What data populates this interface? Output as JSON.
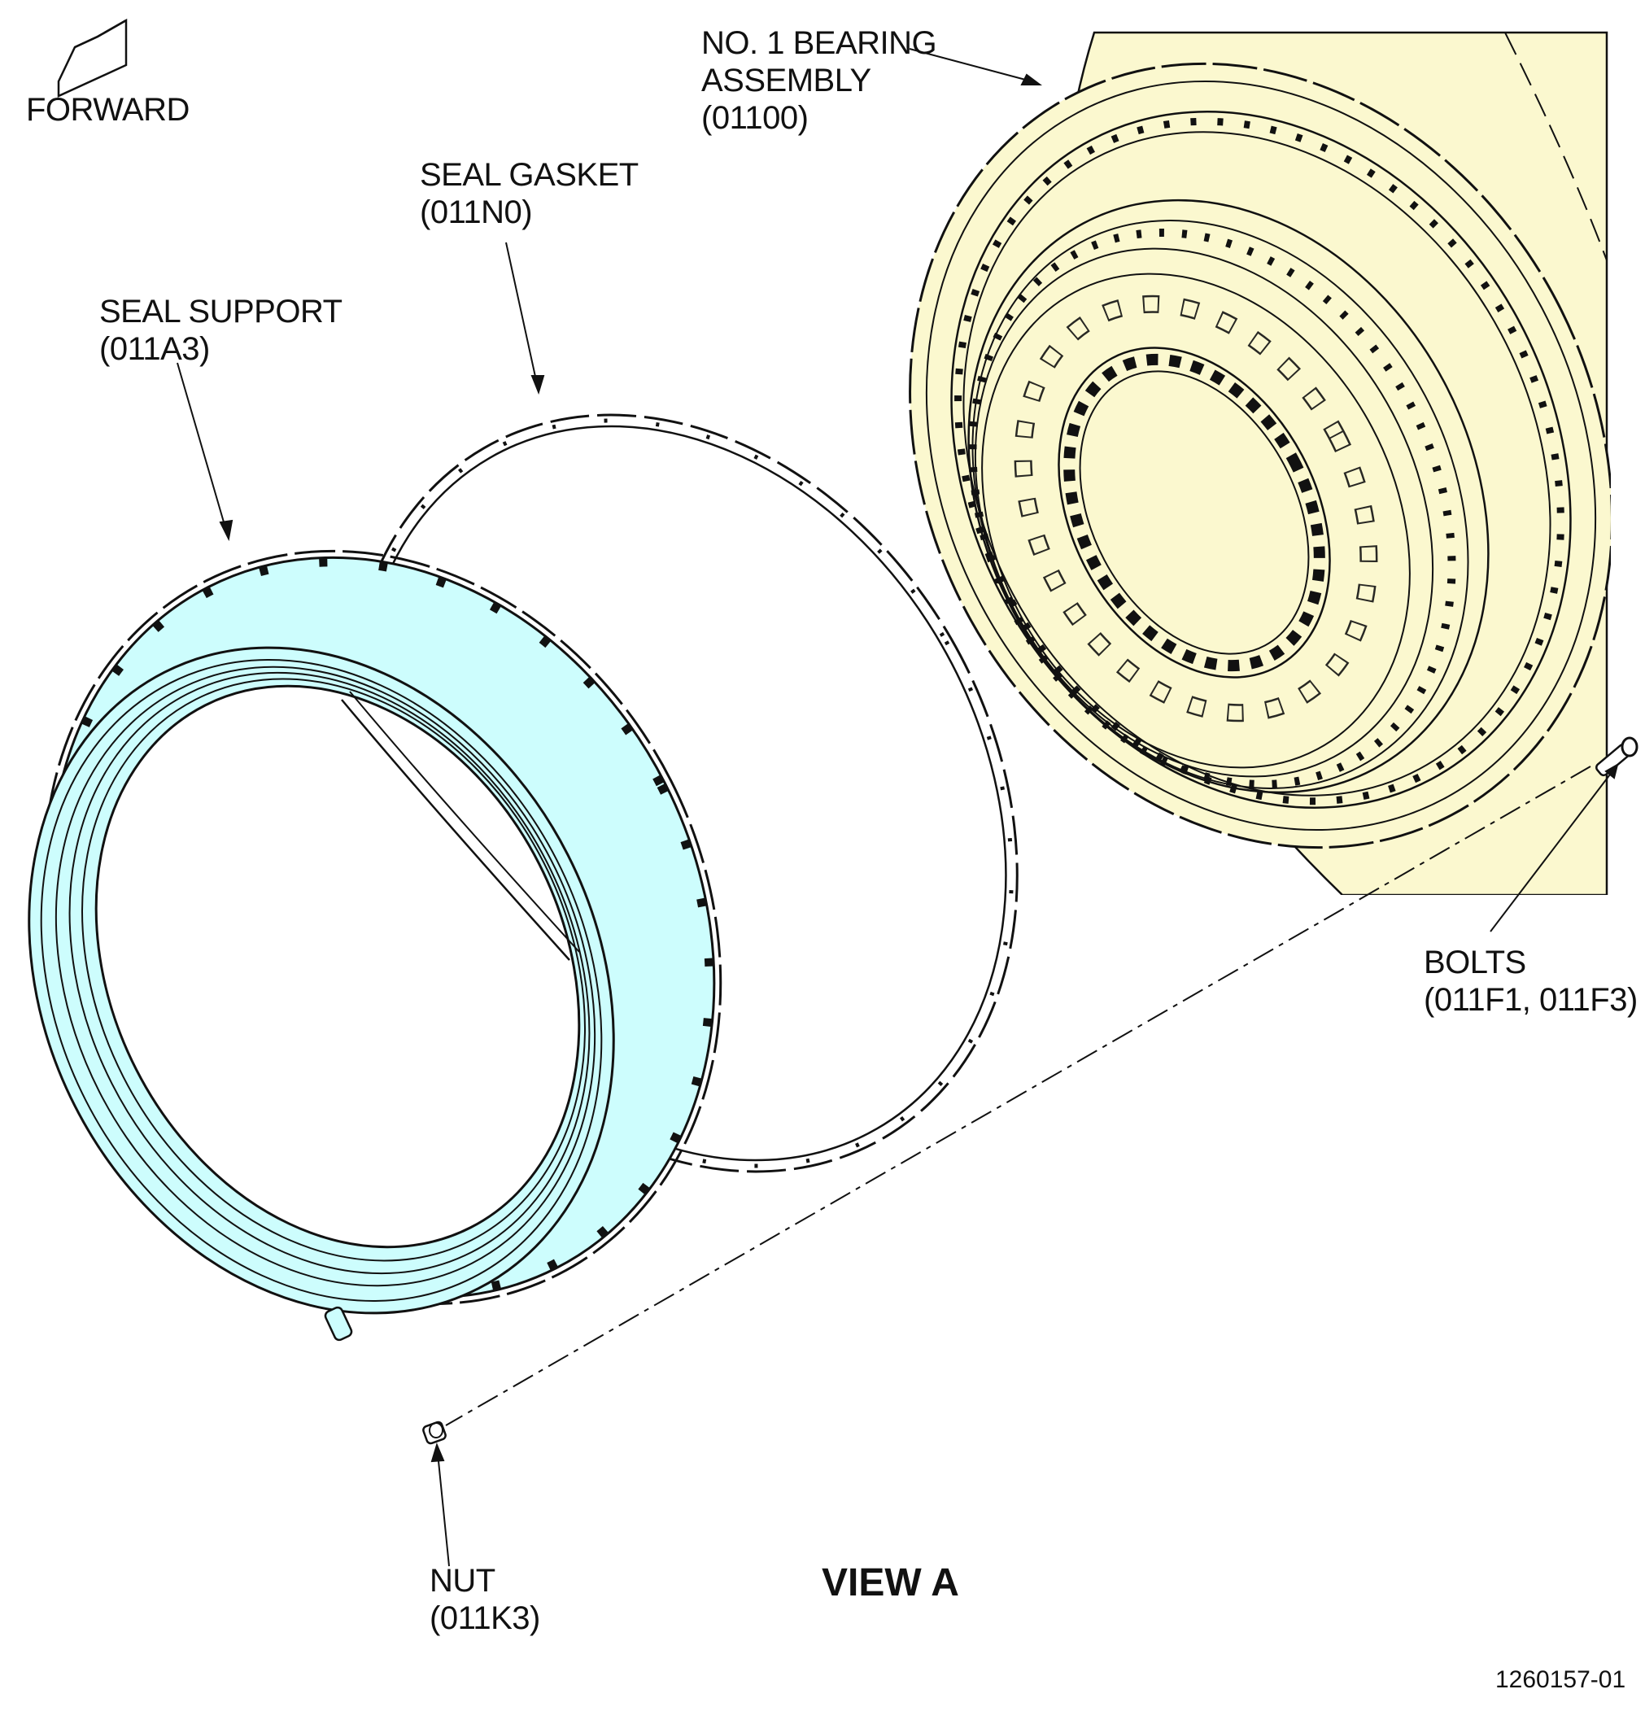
{
  "orientation": {
    "label": "FORWARD"
  },
  "labels": {
    "bearing": {
      "line1": "NO. 1 BEARING",
      "line2": "ASSEMBLY",
      "line3": "(01100)"
    },
    "gasket": {
      "line1": "SEAL GASKET",
      "line2": "(011N0)"
    },
    "support": {
      "line1": "SEAL SUPPORT",
      "line2": "(011A3)"
    },
    "bolts": {
      "line1": "BOLTS",
      "line2": "(011F1, 011F3)"
    },
    "nut": {
      "line1": "NUT",
      "line2": "(011K3)"
    }
  },
  "view_title": "VIEW A",
  "figure_id": "1260157-01",
  "colors": {
    "bearing_fill": "#fbf8cf",
    "support_fill": "#cdfdfd",
    "line": "#111111"
  }
}
